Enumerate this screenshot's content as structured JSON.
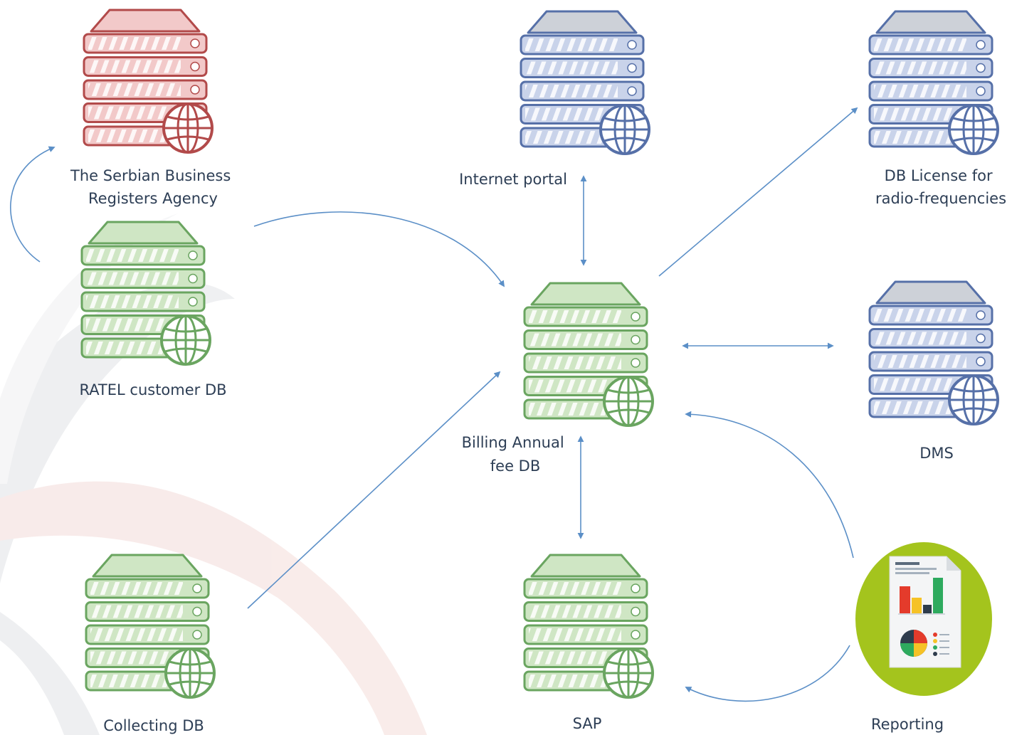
{
  "colors": {
    "red": {
      "stroke": "#b24a4a",
      "fill": "#f2c9c9"
    },
    "blue": {
      "stroke": "#5670a8",
      "fill": "#c9d3ea",
      "top": "#cdd1d8"
    },
    "green": {
      "stroke": "#6aa560",
      "fill": "#cfe6c4"
    },
    "arrow": "#5b8fc7",
    "text": "#2d3e55",
    "report_circle": "#a4c41d"
  },
  "nodes": {
    "serbian_business": {
      "icon": "server-globe-icon",
      "color": "red",
      "label_lines": [
        "The Serbian Business",
        "Registers Agency"
      ]
    },
    "ratel_customer": {
      "icon": "server-globe-icon",
      "color": "green",
      "label_lines": [
        "RATEL customer DB"
      ]
    },
    "collecting": {
      "icon": "server-globe-icon",
      "color": "green",
      "label_lines": [
        "Collecting DB"
      ]
    },
    "internet_portal": {
      "icon": "server-globe-icon",
      "color": "blue",
      "label_lines": [
        "Internet portal"
      ]
    },
    "billing": {
      "icon": "server-globe-icon",
      "color": "green",
      "label_lines": [
        "Billing Annual",
        "fee DB"
      ]
    },
    "sap": {
      "icon": "server-globe-icon",
      "color": "green",
      "label_lines": [
        "SAP"
      ]
    },
    "db_license": {
      "icon": "server-globe-icon",
      "color": "blue",
      "label_lines": [
        "DB License for",
        "radio-frequencies"
      ]
    },
    "dms": {
      "icon": "server-globe-icon",
      "color": "blue",
      "label_lines": [
        "DMS"
      ]
    },
    "reporting": {
      "icon": "report-document-icon",
      "label_lines": [
        "Reporting"
      ]
    }
  },
  "edges": [
    {
      "from": "ratel_customer",
      "to": "serbian_business",
      "direction": "one-way"
    },
    {
      "from": "ratel_customer",
      "to": "billing",
      "direction": "one-way"
    },
    {
      "from": "collecting",
      "to": "billing",
      "direction": "one-way"
    },
    {
      "from": "internet_portal",
      "to": "billing",
      "direction": "two-way"
    },
    {
      "from": "billing",
      "to": "sap",
      "direction": "two-way"
    },
    {
      "from": "billing",
      "to": "db_license",
      "direction": "one-way"
    },
    {
      "from": "billing",
      "to": "dms",
      "direction": "two-way"
    },
    {
      "from": "reporting",
      "to": "billing",
      "direction": "one-way"
    },
    {
      "from": "reporting",
      "to": "sap",
      "direction": "one-way"
    }
  ]
}
